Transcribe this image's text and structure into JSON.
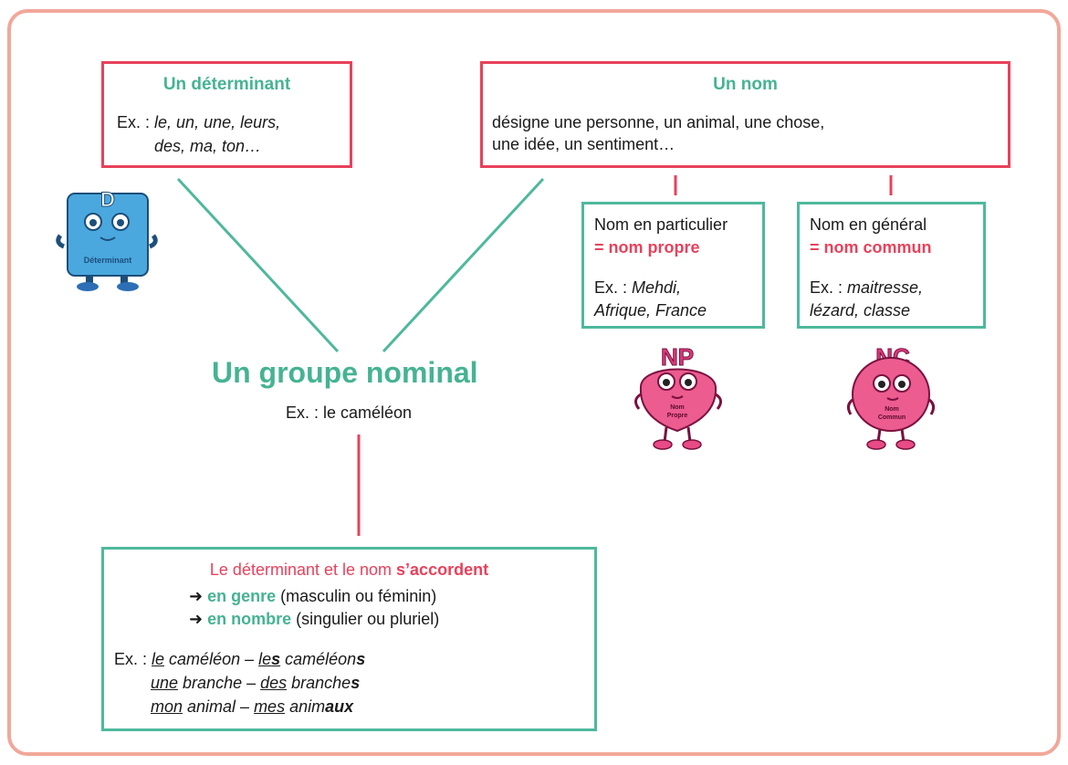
{
  "determinant": {
    "title": "Un déterminant",
    "ex_label": "Ex. :",
    "ex_line1": "le, un, une, leurs,",
    "ex_line2": "des, ma, ton…"
  },
  "nom": {
    "title": "Un nom",
    "desc_line1": "désigne une personne, un animal, une chose,",
    "desc_line2": "une idée, un sentiment…"
  },
  "nom_propre": {
    "line1": "Nom en particulier",
    "eq": "= ",
    "label": "nom propre",
    "ex_label": "Ex. :",
    "ex_line1": "Mehdi,",
    "ex_line2": "Afrique, France"
  },
  "nom_commun": {
    "line1": "Nom en général",
    "eq": "= ",
    "label": "nom commun",
    "ex_label": "Ex. :",
    "ex_line1": "maitresse,",
    "ex_line2": "lézard, classe"
  },
  "groupe": {
    "title": "Un groupe nominal",
    "example": "Ex. : le caméléon"
  },
  "accord": {
    "head_plain": "Le déterminant et le nom ",
    "head_bold": "s’accordent",
    "arrow": "➜",
    "genre_bold": "en genre",
    "genre_rest": " (masculin ou féminin)",
    "nombre_bold": "en nombre",
    "nombre_rest": " (singulier ou pluriel)",
    "ex_label": "Ex. :",
    "ex1_a": "le",
    "ex1_b": " caméléon – ",
    "ex1_c": "le",
    "ex1_d": "s",
    "ex1_e": " caméléon",
    "ex1_f": "s",
    "ex2_a": "une",
    "ex2_b": " branche – ",
    "ex2_c": "des",
    "ex2_d": " branche",
    "ex2_e": "s",
    "ex3_a": "mon",
    "ex3_b": " animal – ",
    "ex3_c": "mes",
    "ex3_d": " anim",
    "ex3_e": "aux"
  },
  "mascots": {
    "determinant_letter": "D",
    "determinant_label": "Déterminant",
    "np_letters": "NP",
    "np_label_1": "Nom",
    "np_label_2": "Propre",
    "nc_letters": "NC",
    "nc_label_1": "Nom",
    "nc_label_2": "Commun"
  },
  "colors": {
    "red": "#e8415b",
    "green": "#46b392",
    "frame": "#f2a79a",
    "mascot_blue": "#4aa8de",
    "mascot_pink": "#ec5c8f"
  }
}
